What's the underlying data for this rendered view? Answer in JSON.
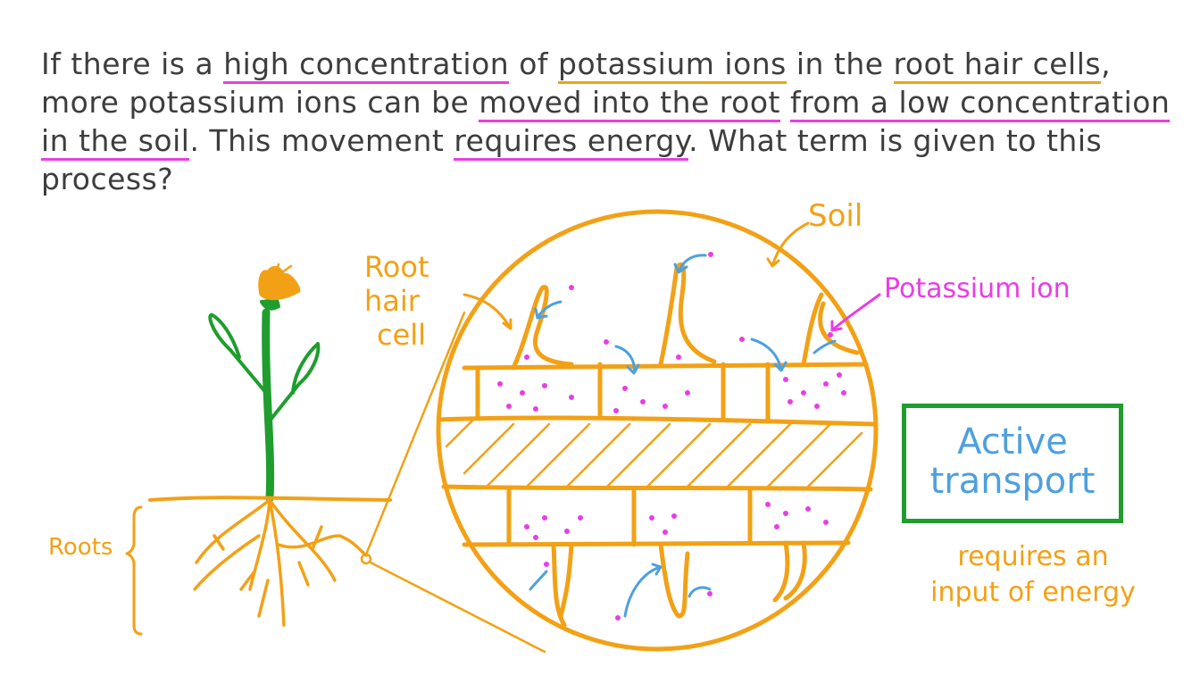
{
  "question": {
    "segments": [
      {
        "text": "If there is a ",
        "underline": null
      },
      {
        "text": "high concentration",
        "underline": "magenta"
      },
      {
        "text": " of ",
        "underline": null
      },
      {
        "text": "potassium ions",
        "underline": "orange"
      },
      {
        "text": " in the ",
        "underline": null
      },
      {
        "text": "root hair cells",
        "underline": "orange"
      },
      {
        "text": ", more potassium ions can be ",
        "underline": null
      },
      {
        "text": "moved into the root",
        "underline": "magenta"
      },
      {
        "text": " ",
        "underline": null
      },
      {
        "text": "from a low concentration in the soil",
        "underline": "magenta"
      },
      {
        "text": ". This movement ",
        "underline": null
      },
      {
        "text": "requires energy",
        "underline": "magenta"
      },
      {
        "text": ". What term is given to this process?",
        "underline": null
      }
    ]
  },
  "labels": {
    "soil": "Soil",
    "root_hair_cell_line1": "Root",
    "root_hair_cell_line2": "hair",
    "root_hair_cell_line3": "cell",
    "potassium_ion": "Potassium ion",
    "roots": "Roots"
  },
  "answer": {
    "line1": "Active",
    "line2": "transport",
    "note_line1": "requires an",
    "note_line2": "input of energy"
  },
  "colors": {
    "text": "#3d3d3d",
    "orange": "#f2a116",
    "magenta": "#e83ee3",
    "blue": "#4ea0de",
    "green": "#1f9d2e"
  }
}
